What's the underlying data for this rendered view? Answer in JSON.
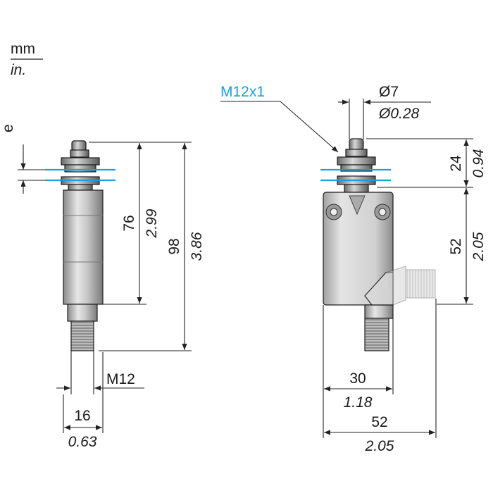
{
  "units": {
    "primary": "mm",
    "secondary": "in."
  },
  "labels": {
    "e": "e",
    "thread_plunger": "M12x1",
    "thread_connector": "M12",
    "dia_mm": "Ø7",
    "dia_in": "Ø0.28"
  },
  "dimensions": {
    "side_height_76": {
      "mm": "76",
      "in": "2.99"
    },
    "side_height_98": {
      "mm": "98",
      "in": "3.86"
    },
    "side_width": {
      "mm": "16",
      "in": "0.63"
    },
    "front_top": {
      "mm": "24",
      "in": "0.94"
    },
    "front_body": {
      "mm": "52",
      "in": "2.05"
    },
    "front_width_30": {
      "mm": "30",
      "in": "1.18"
    },
    "front_width_52": {
      "mm": "52",
      "in": "2.05"
    }
  },
  "colors": {
    "accent": "#1a9fd9",
    "line": "#222222",
    "body_fill": "#d6d6d6"
  }
}
